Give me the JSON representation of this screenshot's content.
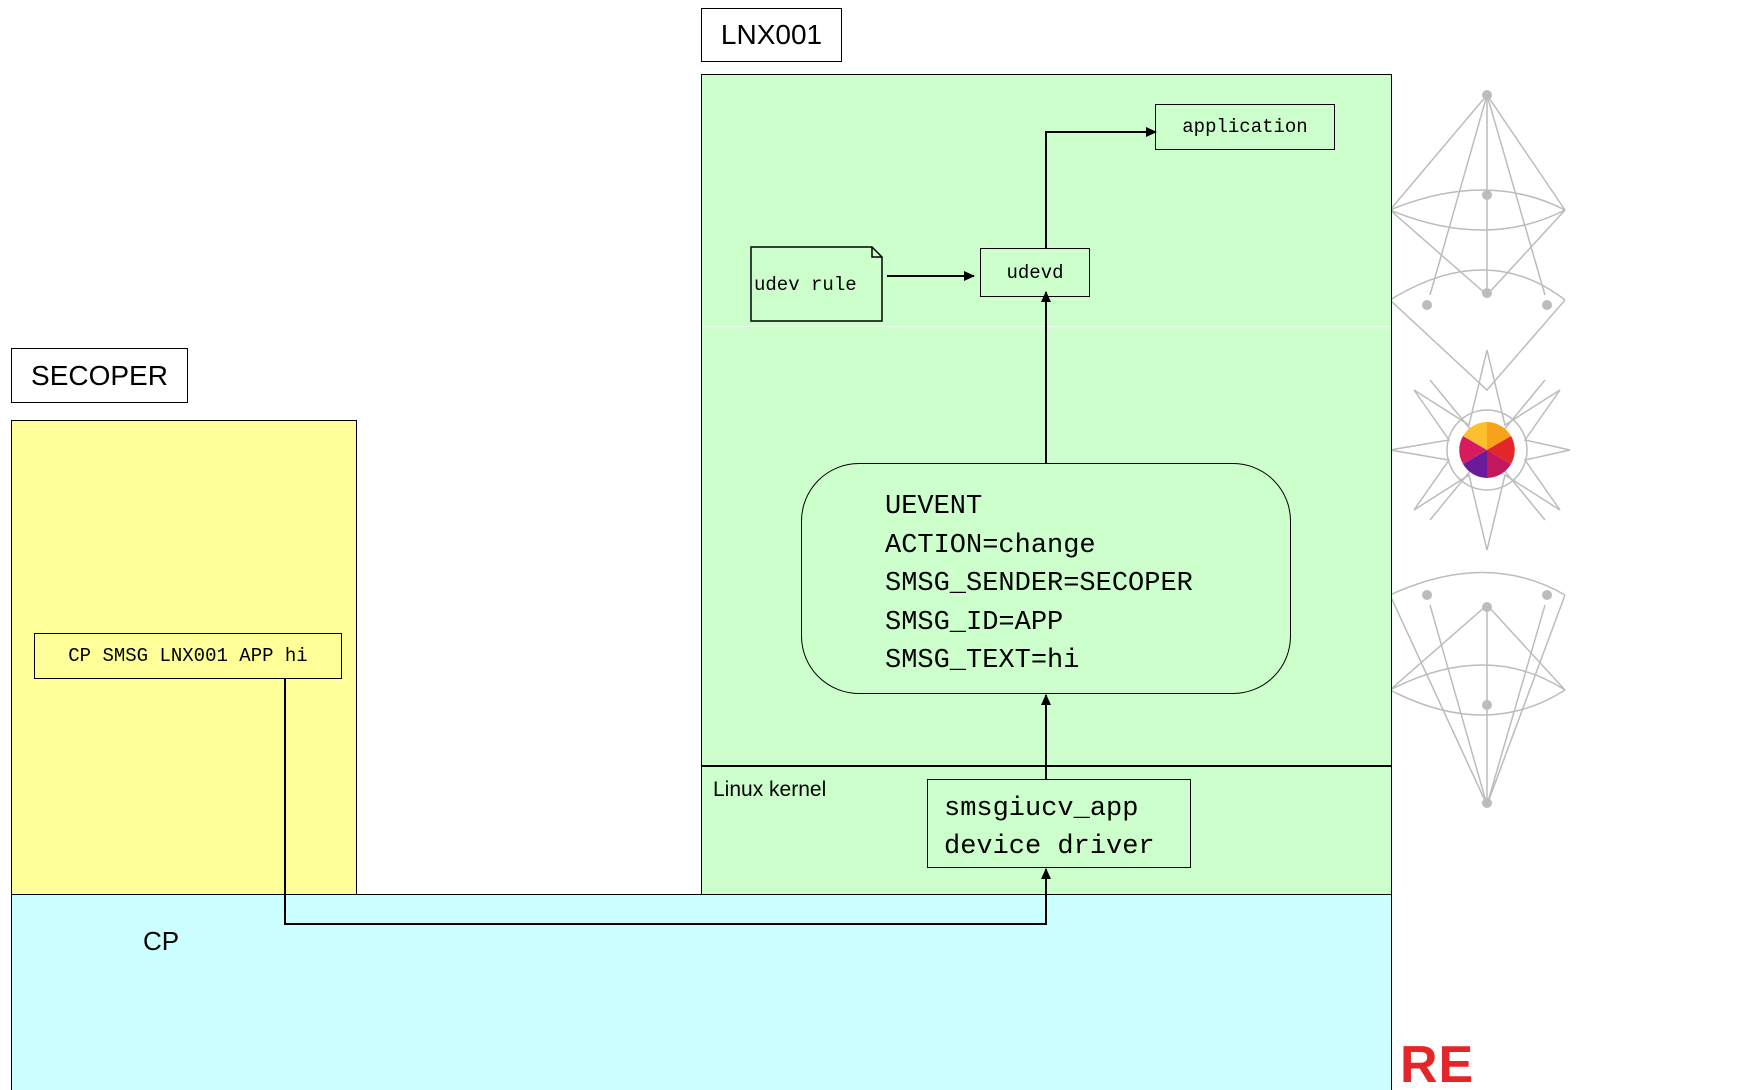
{
  "vm_secoper": {
    "label": "SECOPER"
  },
  "vm_lnx001": {
    "label": "LNX001"
  },
  "cp": {
    "label": "CP"
  },
  "linux_kernel": {
    "label": "Linux kernel"
  },
  "command_box": {
    "text": "CP SMSG LNX001 APP hi"
  },
  "udev_rule": {
    "text": "udev rule"
  },
  "udevd": {
    "text": "udevd"
  },
  "application": {
    "text": "application"
  },
  "uevent": {
    "lines": [
      "UEVENT",
      "ACTION=change",
      "SMSG_SENDER=SECOPER",
      "SMSG_ID=APP",
      "SMSG_TEXT=hi"
    ]
  },
  "driver": {
    "lines": [
      "smsgiucv_app",
      "device driver"
    ]
  },
  "logo_fragment": "RE",
  "colors": {
    "secoper_fill": "#ffff99",
    "lnx_fill": "#ccffcc",
    "cp_fill": "#ccffff",
    "logo_red": "#e3262a",
    "decor_gray": "#bcbcbc"
  }
}
